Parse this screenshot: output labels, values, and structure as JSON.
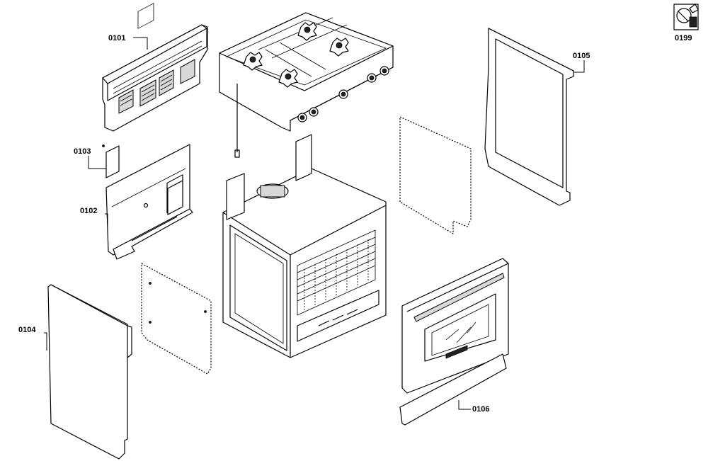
{
  "parts": [
    {
      "id": "p0101",
      "label": "0101"
    },
    {
      "id": "p0102",
      "label": "0102"
    },
    {
      "id": "p0103",
      "label": "0103"
    },
    {
      "id": "p0104",
      "label": "0104"
    },
    {
      "id": "p0105",
      "label": "0105"
    },
    {
      "id": "p0106",
      "label": "0106"
    },
    {
      "id": "p0199",
      "label": "0199"
    }
  ],
  "icons": {
    "service_kit": "wrench-sheet-icon"
  }
}
